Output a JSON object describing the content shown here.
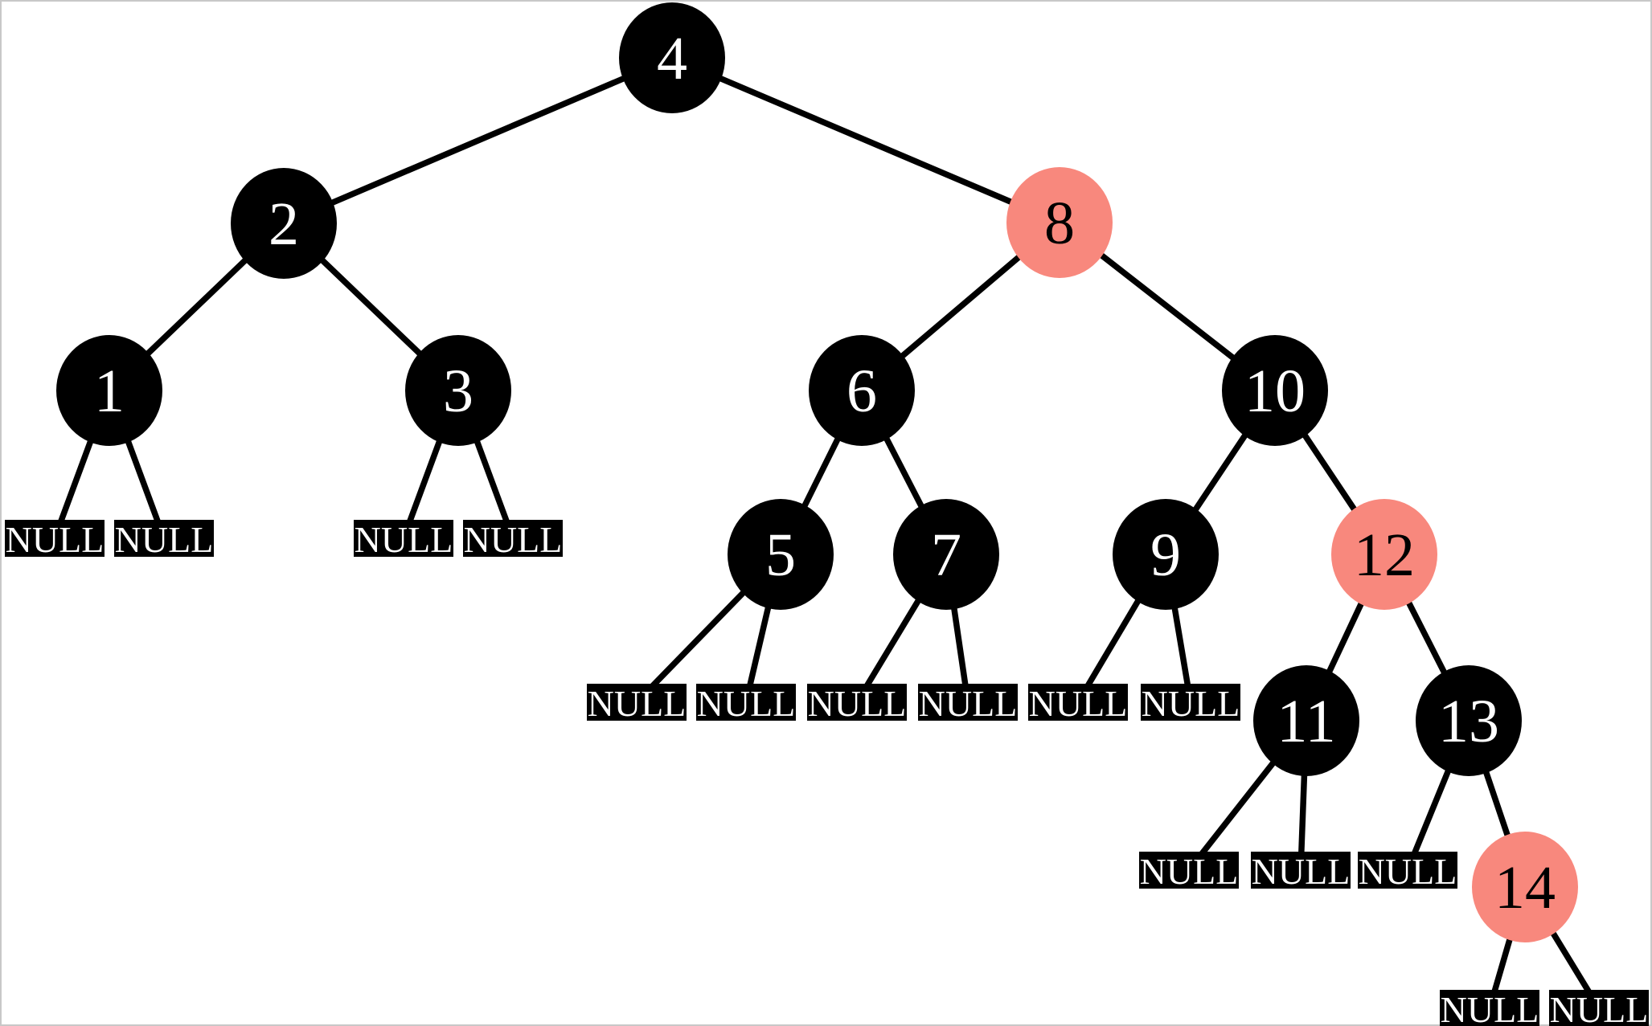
{
  "figure": {
    "kind": "red-black-tree-diagram",
    "background": "#ffffff",
    "frame_color": "#c8c8c8"
  },
  "colors": {
    "black_node_fill": "#000000",
    "red_node_fill": "#f8887d",
    "edge_color": "#000000",
    "text_on_black": "#ffffff",
    "text_on_red": "#000000",
    "null_box_fill": "#000000",
    "null_text_color": "#ffffff"
  },
  "null_label": "NULL",
  "nodes": [
    {
      "id": "4",
      "label": "4",
      "color": "black",
      "fill": "#000000",
      "text_color": "#ffffff"
    },
    {
      "id": "2",
      "label": "2",
      "color": "black",
      "fill": "#000000",
      "text_color": "#ffffff"
    },
    {
      "id": "8",
      "label": "8",
      "color": "red",
      "fill": "#f8887d",
      "text_color": "#000000"
    },
    {
      "id": "1",
      "label": "1",
      "color": "black",
      "fill": "#000000",
      "text_color": "#ffffff"
    },
    {
      "id": "3",
      "label": "3",
      "color": "black",
      "fill": "#000000",
      "text_color": "#ffffff"
    },
    {
      "id": "6",
      "label": "6",
      "color": "black",
      "fill": "#000000",
      "text_color": "#ffffff"
    },
    {
      "id": "10",
      "label": "10",
      "color": "black",
      "fill": "#000000",
      "text_color": "#ffffff"
    },
    {
      "id": "5",
      "label": "5",
      "color": "black",
      "fill": "#000000",
      "text_color": "#ffffff"
    },
    {
      "id": "7",
      "label": "7",
      "color": "black",
      "fill": "#000000",
      "text_color": "#ffffff"
    },
    {
      "id": "9",
      "label": "9",
      "color": "black",
      "fill": "#000000",
      "text_color": "#ffffff"
    },
    {
      "id": "12",
      "label": "12",
      "color": "red",
      "fill": "#f8887d",
      "text_color": "#000000"
    },
    {
      "id": "11",
      "label": "11",
      "color": "black",
      "fill": "#000000",
      "text_color": "#ffffff"
    },
    {
      "id": "13",
      "label": "13",
      "color": "black",
      "fill": "#000000",
      "text_color": "#ffffff"
    },
    {
      "id": "14",
      "label": "14",
      "color": "red",
      "fill": "#f8887d",
      "text_color": "#000000"
    }
  ],
  "edges": [
    [
      "4",
      "2"
    ],
    [
      "4",
      "8"
    ],
    [
      "2",
      "1"
    ],
    [
      "2",
      "3"
    ],
    [
      "8",
      "6"
    ],
    [
      "8",
      "10"
    ],
    [
      "1",
      "NULL"
    ],
    [
      "1",
      "NULL"
    ],
    [
      "3",
      "NULL"
    ],
    [
      "3",
      "NULL"
    ],
    [
      "6",
      "5"
    ],
    [
      "6",
      "7"
    ],
    [
      "10",
      "9"
    ],
    [
      "10",
      "12"
    ],
    [
      "5",
      "NULL"
    ],
    [
      "5",
      "NULL"
    ],
    [
      "7",
      "NULL"
    ],
    [
      "7",
      "NULL"
    ],
    [
      "9",
      "NULL"
    ],
    [
      "9",
      "NULL"
    ],
    [
      "12",
      "11"
    ],
    [
      "12",
      "13"
    ],
    [
      "11",
      "NULL"
    ],
    [
      "11",
      "NULL"
    ],
    [
      "13",
      "NULL"
    ],
    [
      "13",
      "14"
    ],
    [
      "14",
      "NULL"
    ],
    [
      "14",
      "NULL"
    ]
  ]
}
